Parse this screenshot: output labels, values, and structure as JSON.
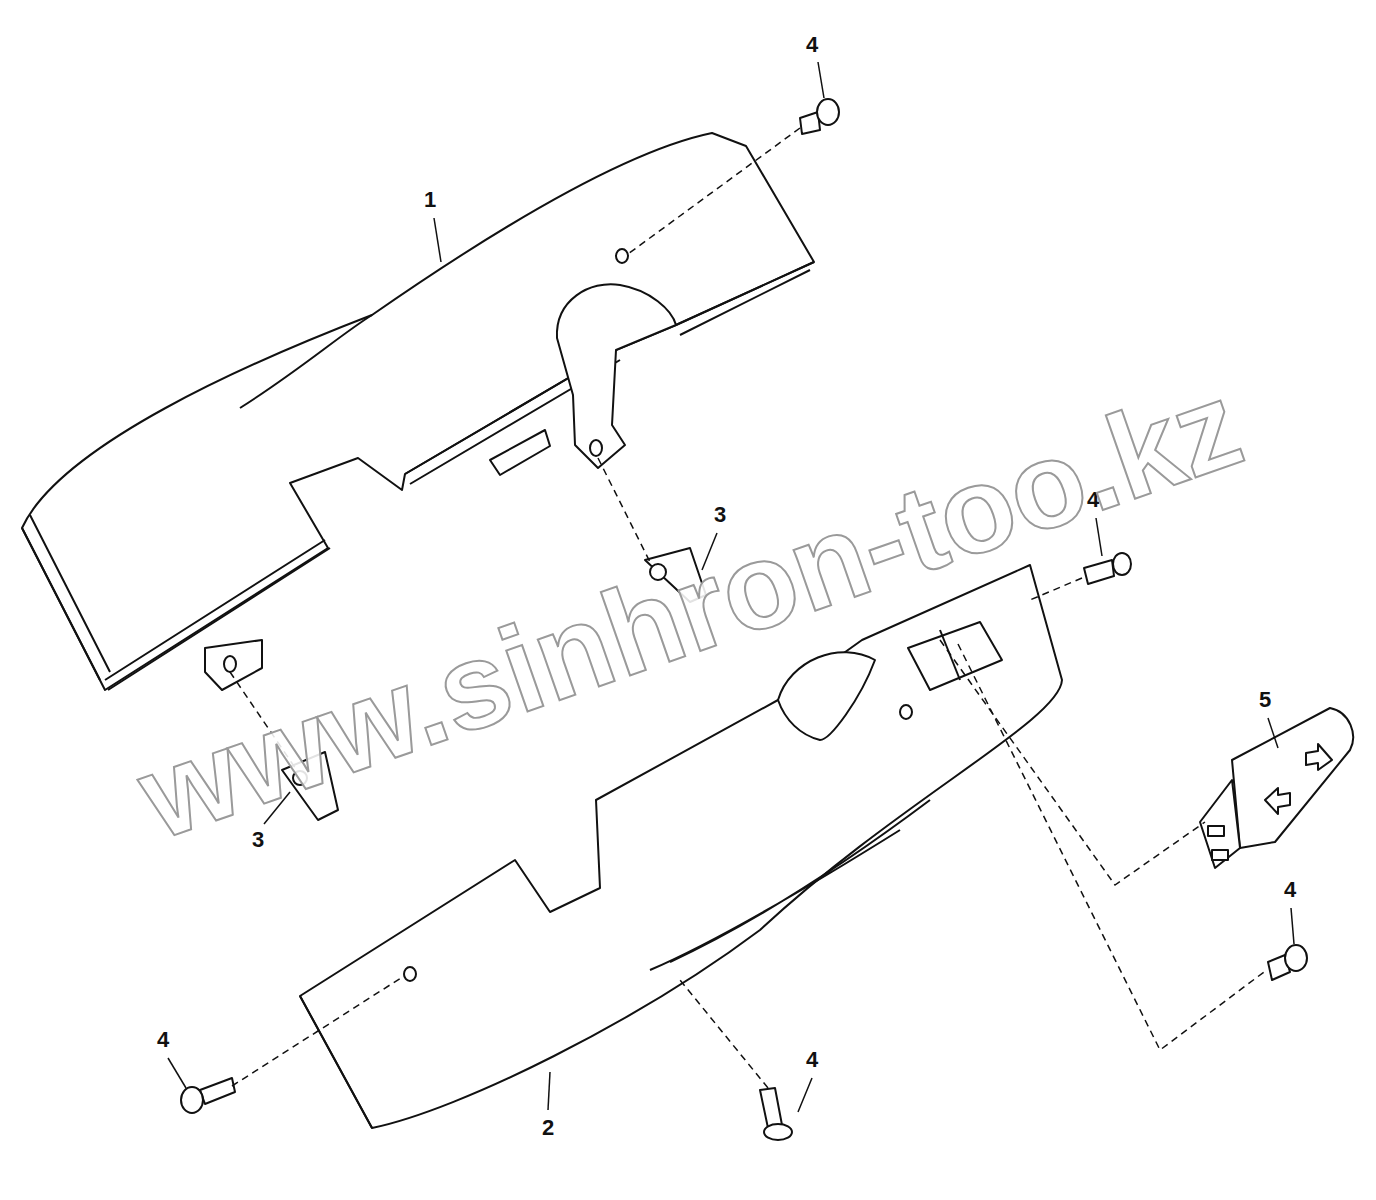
{
  "diagram": {
    "labels": [
      "4",
      "1",
      "4",
      "3",
      "5",
      "3",
      "4",
      "4",
      "4",
      "2",
      "www.sinhron-too.kz"
    ]
  }
}
